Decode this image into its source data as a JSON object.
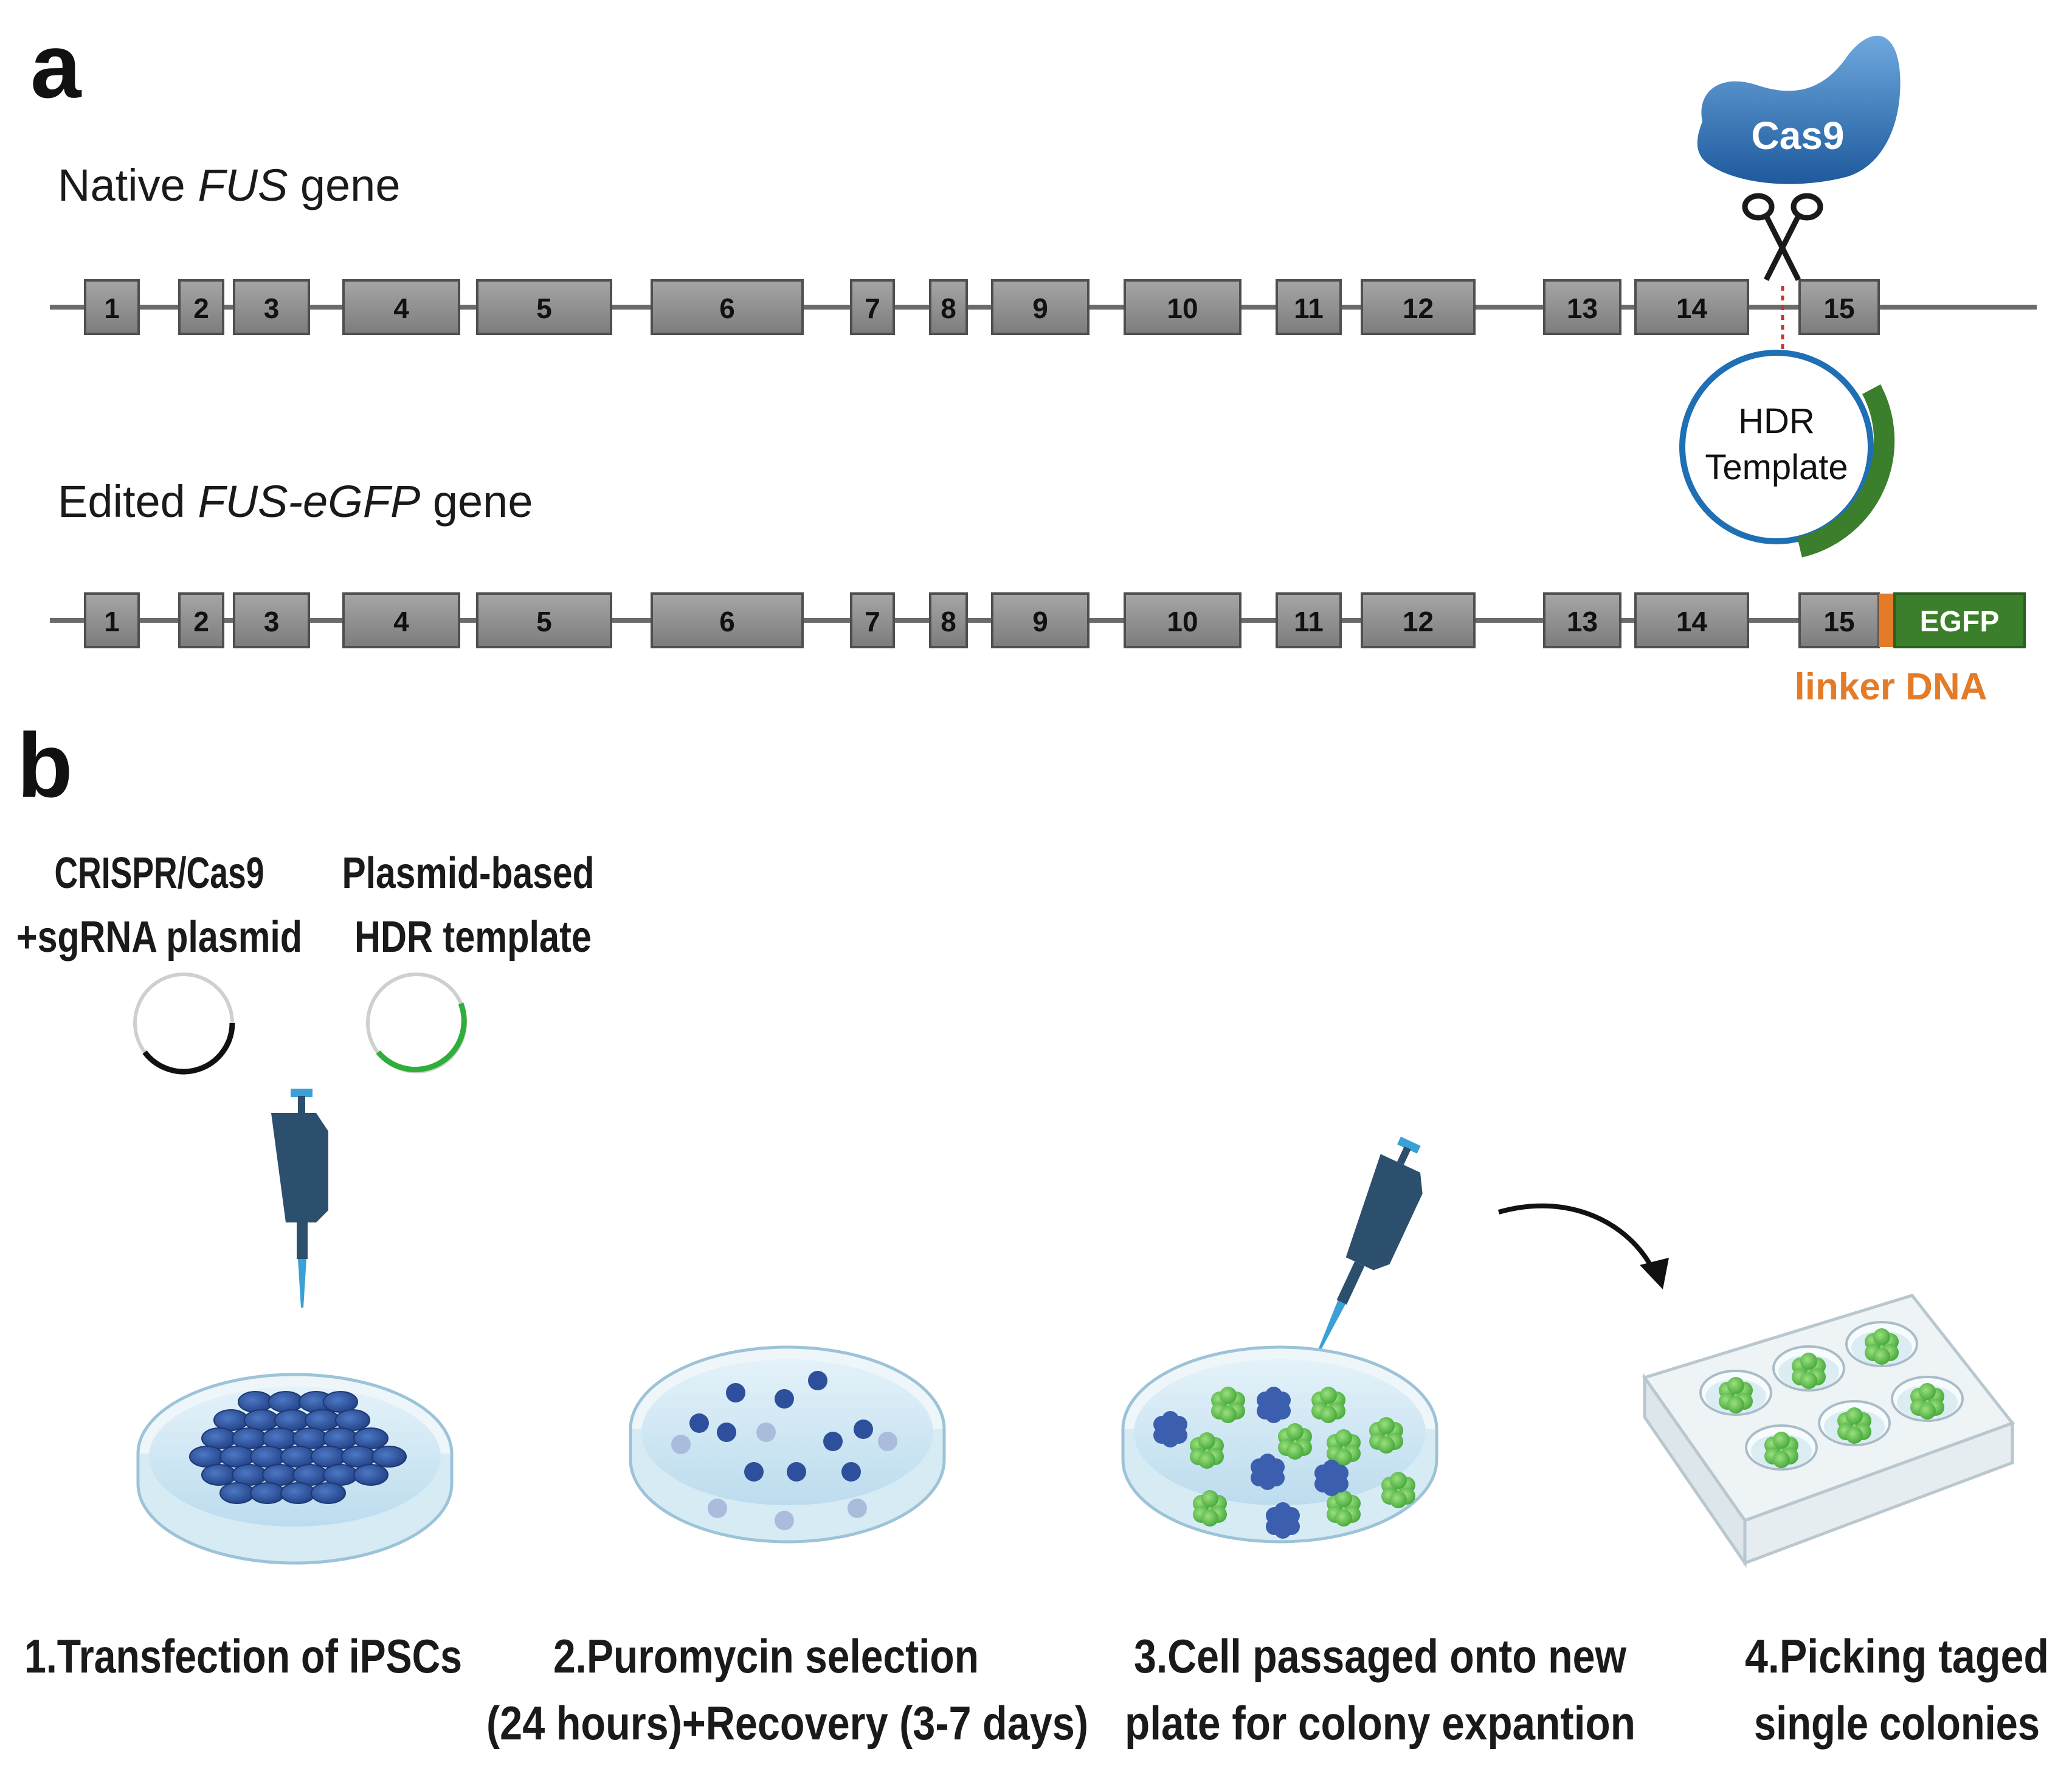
{
  "panel_a": {
    "letter": "a",
    "native": {
      "prefix": "Native ",
      "gene": "FUS",
      "suffix": " gene"
    },
    "edited": {
      "prefix": "Edited ",
      "gene": "FUS-eGFP",
      "suffix": " gene"
    },
    "exons": [
      "1",
      "2",
      "3",
      "4",
      "5",
      "6",
      "7",
      "8",
      "9",
      "10",
      "11",
      "12",
      "13",
      "14",
      "15"
    ],
    "cas9_label": "Cas9",
    "hdr_line1": "HDR",
    "hdr_line2": "Template",
    "egfp_label": "EGFP",
    "linker_label": "linker DNA",
    "colors": {
      "exon_fill": "#8a8a8a",
      "exon_stroke": "#5a5a5a",
      "cas9": "#2f6fb0",
      "hdr_ring": "#1f6fb5",
      "hdr_green": "#3b7f2c",
      "linker": "#e37b28",
      "egfp": "#3b7f2c"
    }
  },
  "panel_b": {
    "letter": "b",
    "plasmid1": [
      "CRISPR/Cas9",
      "+sgRNA plasmid"
    ],
    "plasmid2": [
      "Plasmid-based",
      "HDR template"
    ],
    "steps": [
      {
        "line1": "1.Transfection of iPSCs",
        "line2": ""
      },
      {
        "line1": "2.Puromycin selection",
        "line2": "(24 hours)+Recovery (3-7 days)"
      },
      {
        "line1": "3.Cell passaged onto new",
        "line2": "plate for colony expantion"
      },
      {
        "line1": "4.Picking taged",
        "line2": "single colonies"
      }
    ],
    "colors": {
      "dish_media": "#cfe6f2",
      "cell_dark": "#2d4f9c",
      "cell_light": "#9fb3d8",
      "colony_green": "#5cbf4a",
      "pipette": "#2c4f6e",
      "pipette_tip": "#3aa0d6"
    }
  }
}
